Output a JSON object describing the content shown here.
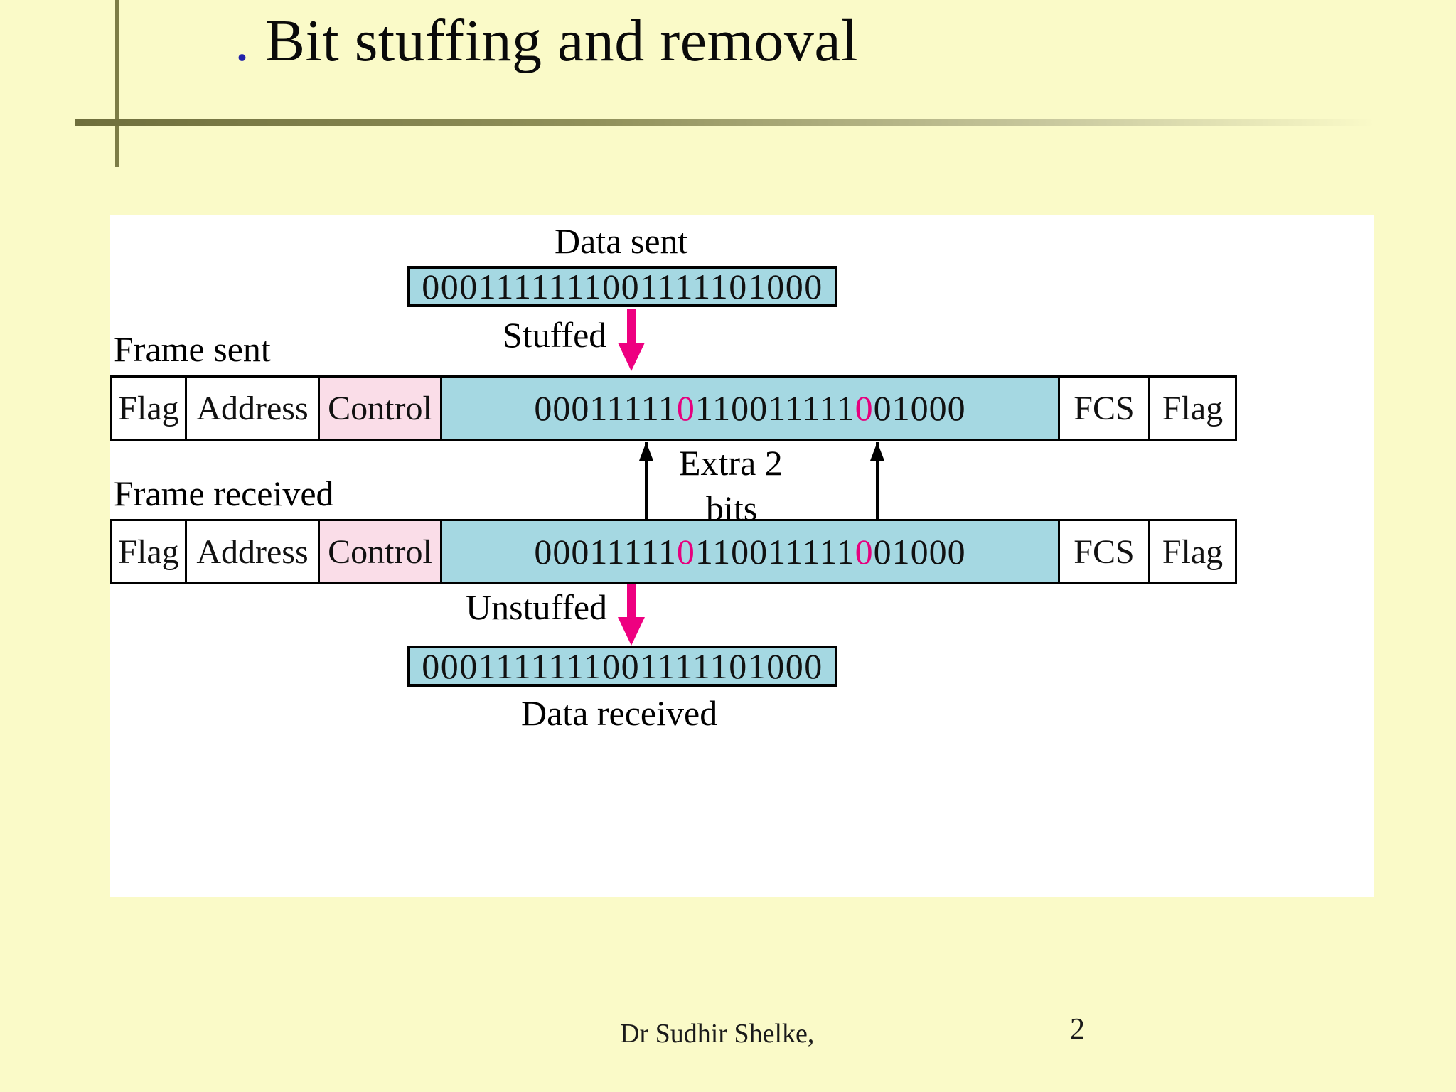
{
  "slide": {
    "title_prefix": ".",
    "title": " Bit stuffing and removal",
    "accent_color": "#2222AA",
    "background_color": "#FAFAC8",
    "rule_color": "#7C7C46"
  },
  "diagram": {
    "panel_background": "#FFFFFF",
    "data_fill_color": "#A5D8E2",
    "control_fill_color": "#FADDE8",
    "stuffed_bit_color": "#E6007E",
    "arrow_color": "#EE0080",
    "top": {
      "caption": "Data sent",
      "bits": "0001111111001111101000"
    },
    "stuffed_label": "Stuffed",
    "frame_sent": {
      "label": "Frame sent",
      "cells": [
        {
          "name": "flag",
          "text": "Flag"
        },
        {
          "name": "address",
          "text": "Address"
        },
        {
          "name": "control",
          "text": "Control"
        },
        {
          "name": "data",
          "text": ""
        },
        {
          "name": "fcs",
          "text": "FCS"
        },
        {
          "name": "flag-end",
          "text": "Flag"
        }
      ],
      "data_segments": [
        {
          "text": "00011111",
          "stuffed": false
        },
        {
          "text": "0",
          "stuffed": true
        },
        {
          "text": "110011111",
          "stuffed": false
        },
        {
          "text": "0",
          "stuffed": true
        },
        {
          "text": "01000",
          "stuffed": false
        }
      ]
    },
    "extra_bits_label_line1": "Extra 2",
    "extra_bits_label_line2": "bits",
    "frame_received": {
      "label": "Frame received",
      "cells": [
        {
          "name": "flag",
          "text": "Flag"
        },
        {
          "name": "address",
          "text": "Address"
        },
        {
          "name": "control",
          "text": "Control"
        },
        {
          "name": "data",
          "text": ""
        },
        {
          "name": "fcs",
          "text": "FCS"
        },
        {
          "name": "flag-end",
          "text": "Flag"
        }
      ],
      "data_segments": [
        {
          "text": "00011111",
          "stuffed": false
        },
        {
          "text": "0",
          "stuffed": true
        },
        {
          "text": "110011111",
          "stuffed": false
        },
        {
          "text": "0",
          "stuffed": true
        },
        {
          "text": "01000",
          "stuffed": false
        }
      ]
    },
    "unstuffed_label": "Unstuffed",
    "bottom": {
      "bits": "0001111111001111101000",
      "caption": "Data received"
    }
  },
  "footer": {
    "author": "Dr Sudhir Shelke,",
    "page_number": "2"
  }
}
